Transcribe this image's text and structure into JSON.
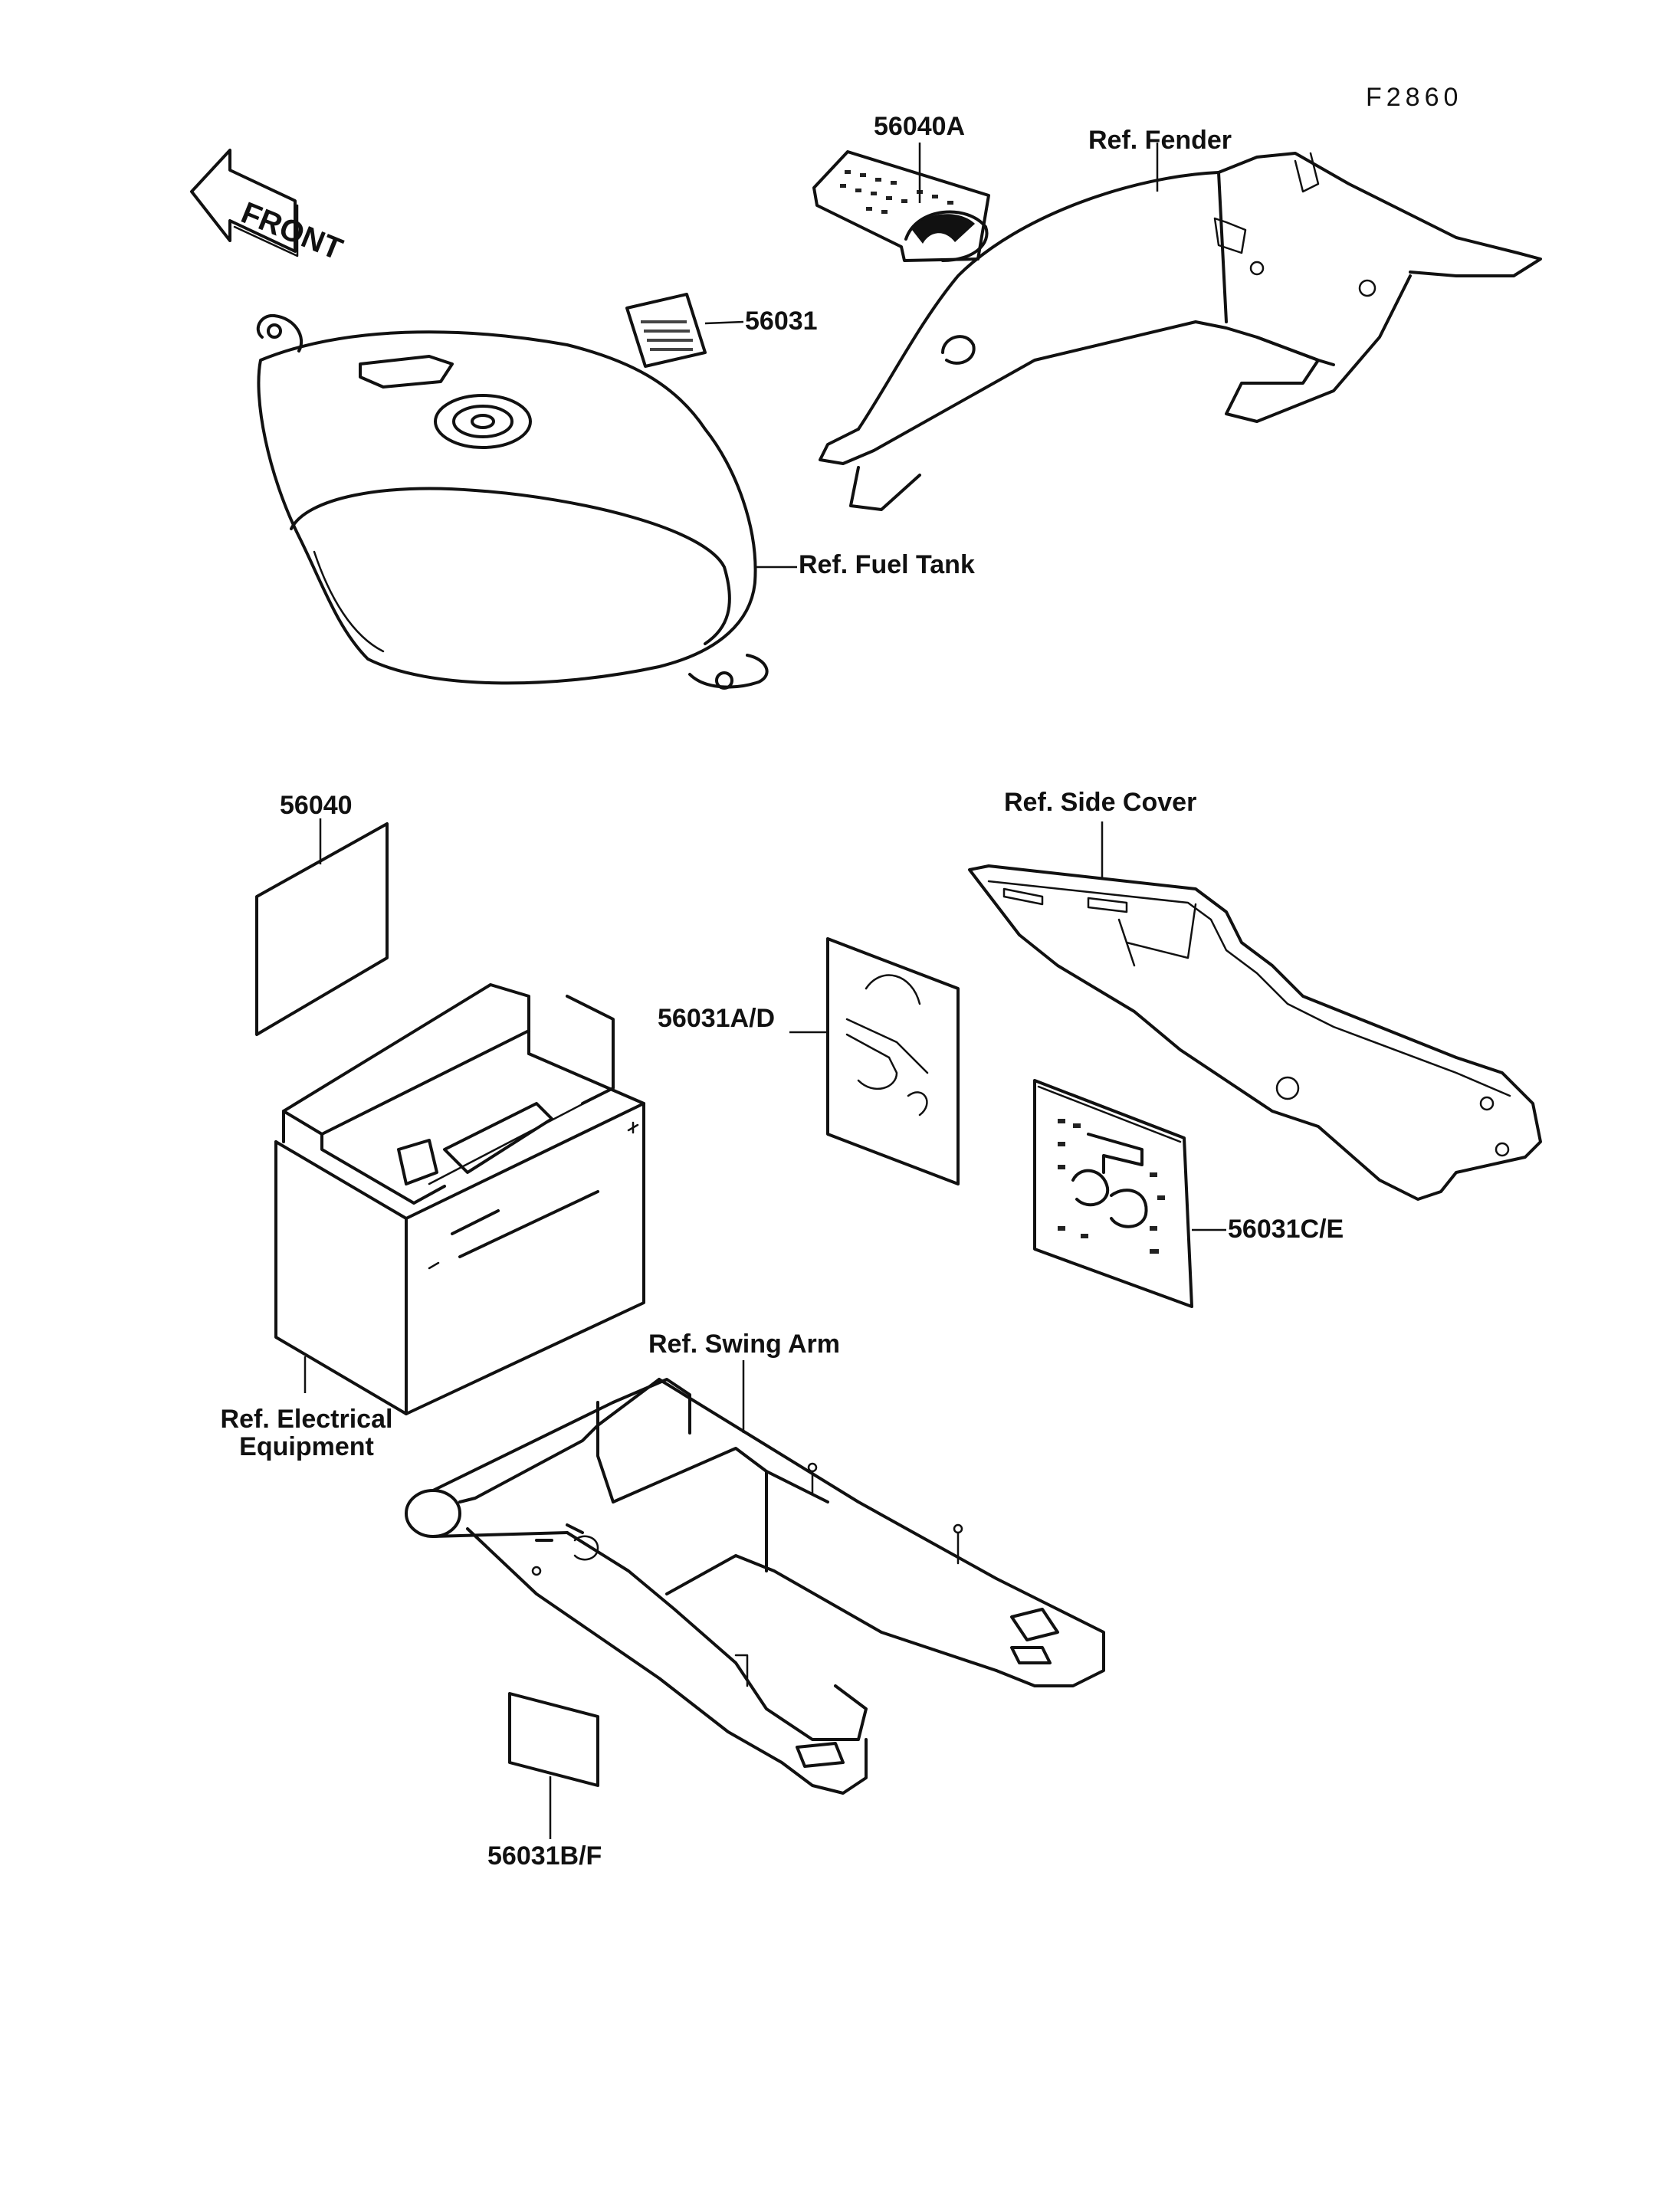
{
  "figure_id": "F2860",
  "front_arrow": "FRONT",
  "labels": {
    "p56040A": "56040A",
    "ref_fender": "Ref. Fender",
    "p56031": "56031",
    "ref_fuel_tank": "Ref. Fuel Tank",
    "p56040": "56040",
    "ref_side_cover": "Ref. Side Cover",
    "p56031AD": "56031A/D",
    "p56031CE": "56031C/E",
    "ref_swing_arm": "Ref. Swing Arm",
    "ref_electrical_line1": "Ref. Electrical",
    "ref_electrical_line2": "Equipment",
    "p56031BF": "56031B/F"
  }
}
